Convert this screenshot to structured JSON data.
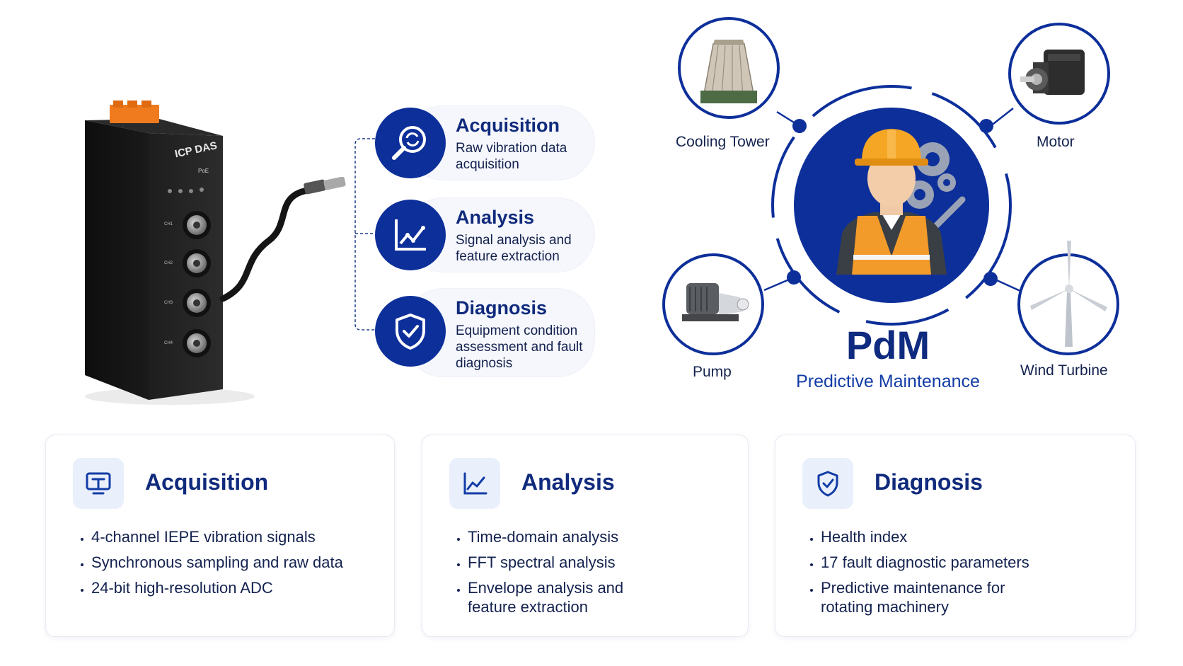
{
  "device": {
    "brand": "ICP DAS",
    "poe_label": "PoE",
    "channel_labels": [
      "CH1",
      "CH2",
      "CH3",
      "CH4"
    ]
  },
  "steps": [
    {
      "title": "Acquisition",
      "desc": "Raw vibration data acquisition",
      "icon": "magnifier-signal-icon"
    },
    {
      "title": "Analysis",
      "desc": "Signal analysis and feature extraction",
      "icon": "trend-chart-icon"
    },
    {
      "title": "Diagnosis",
      "desc": "Equipment condition assessment and fault diagnosis",
      "icon": "shield-check-icon"
    }
  ],
  "pdm": {
    "title": "PdM",
    "subtitle": "Predictive Maintenance",
    "equipment": [
      "Cooling Tower",
      "Motor",
      "Pump",
      "Wind Turbine"
    ]
  },
  "cards": [
    {
      "title": "Acquisition",
      "icon": "monitor-icon",
      "items": [
        "4-channel IEPE vibration signals",
        "Synchronous sampling and raw data",
        "24-bit high-resolution ADC"
      ]
    },
    {
      "title": "Analysis",
      "icon": "line-chart-icon",
      "items": [
        "Time-domain analysis",
        "FFT spectral analysis",
        "Envelope analysis and feature extraction"
      ]
    },
    {
      "title": "Diagnosis",
      "icon": "shield-check-icon",
      "items": [
        "Health index",
        "17 fault diagnostic parameters",
        "Predictive maintenance for rotating machinery"
      ]
    }
  ],
  "colors": {
    "primary": "#0d2f9a",
    "title": "#102a7c",
    "text": "#14224f",
    "accent_orange": "#f08a1c",
    "pill_bg": "#f5f7fc"
  }
}
